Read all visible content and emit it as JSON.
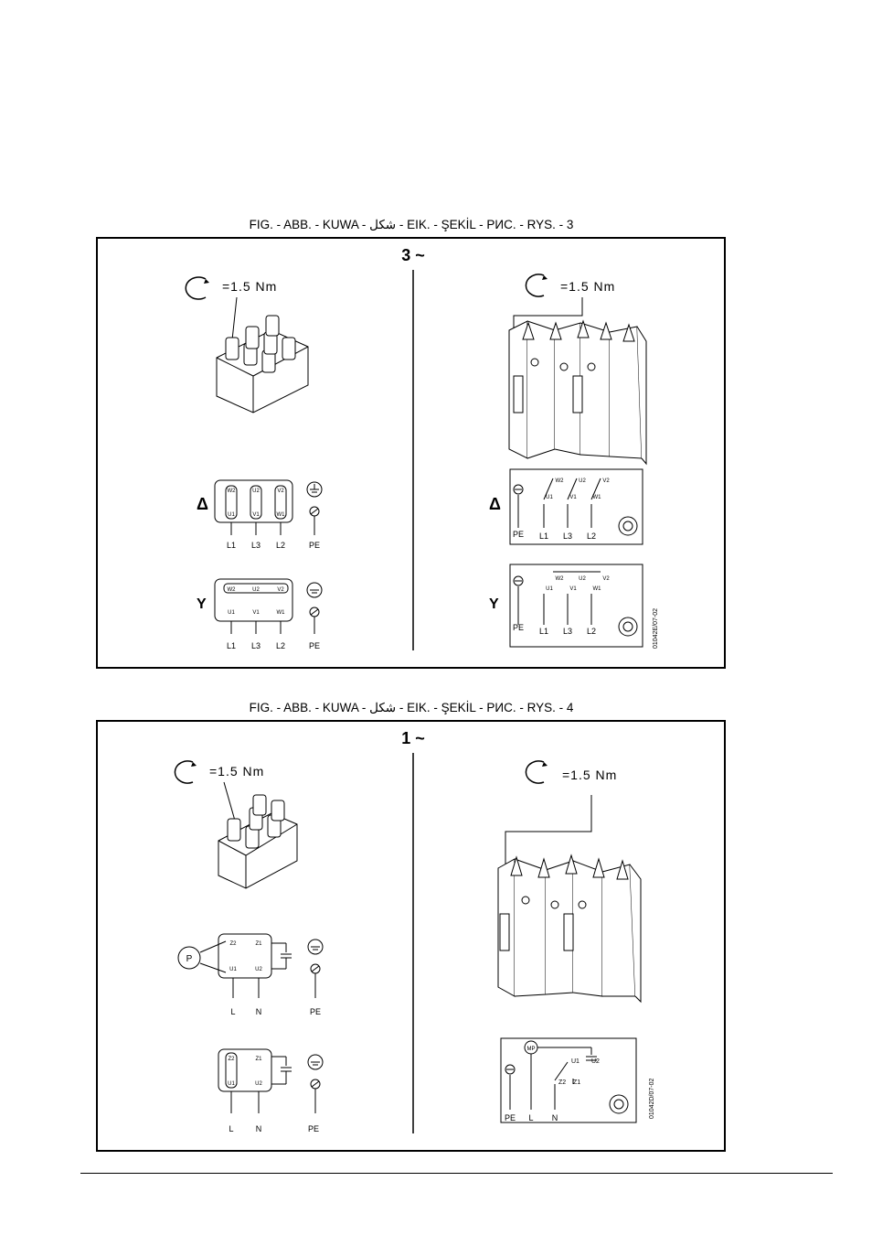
{
  "fig3": {
    "caption": "FIG. - ABB. - KUWA - شكل - EIK. - ŞEKİL - РИС. - RYS. - 3",
    "phase": "3 ~",
    "left_torque": "=1.5  Nm",
    "right_torque": "=1.5  Nm",
    "delta_symbol": "Δ",
    "star_symbol": "Y",
    "lines": [
      "L1",
      "L3",
      "L2",
      "PE"
    ],
    "terminals_delta_top": [
      "W2",
      "U2",
      "V2"
    ],
    "terminals_delta_bottom": [
      "U1",
      "V1",
      "W1"
    ],
    "terminals_star_top": [
      "W2",
      "U2",
      "V2"
    ],
    "terminals_star_bottom": [
      "U1",
      "V1",
      "W1"
    ],
    "code": "01042E/07-02"
  },
  "fig4": {
    "caption": "FIG. - ABB. - KUWA - شكل - EIK. - ŞEKİL - РИС. - RYS. - 4",
    "phase": "1 ~",
    "left_torque": "=1.5  Nm",
    "right_torque": "=1.5  Nm",
    "capacitor_label": "P",
    "lines": [
      "L",
      "N",
      "PE"
    ],
    "terminals_top": [
      "Z2",
      "Z1"
    ],
    "terminals_bottom": [
      "U1",
      "U2"
    ],
    "right_terminals": [
      "U1",
      "U2",
      "Z2",
      "Z1"
    ],
    "motor_protector": "MP",
    "code": "01042D/07-02"
  }
}
